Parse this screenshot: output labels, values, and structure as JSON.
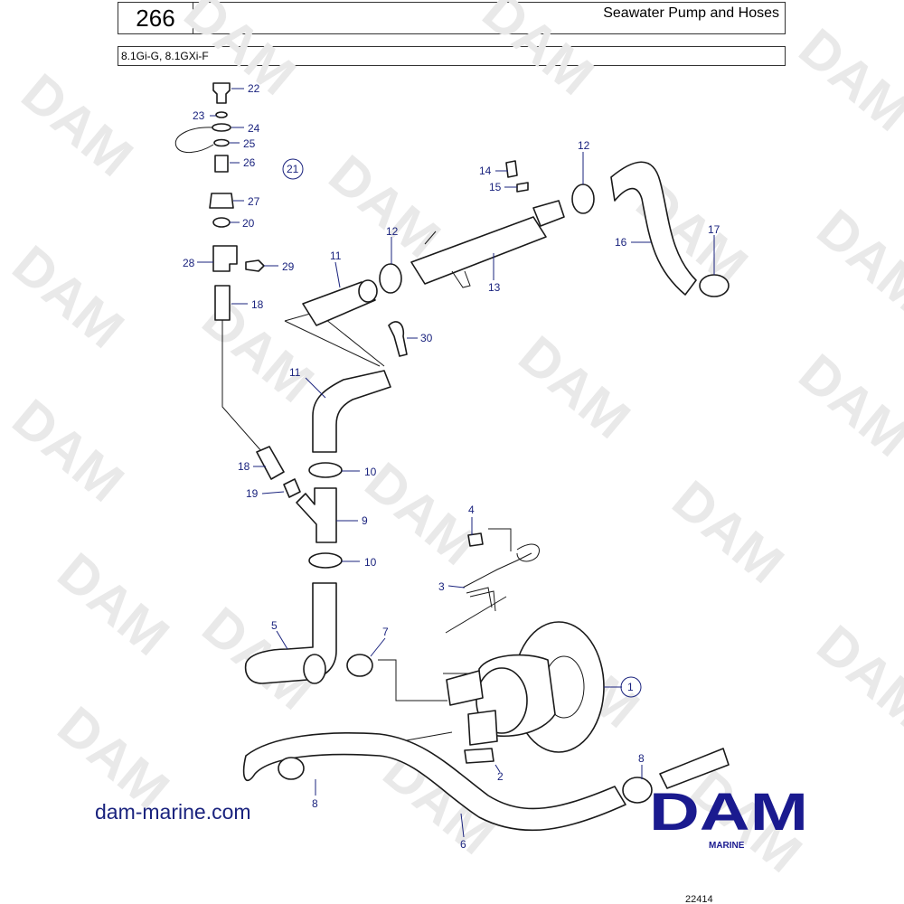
{
  "header": {
    "page_number": "266",
    "title": "Seawater Pump and Hoses",
    "models": "8.1Gi-G, 8.1GXi-F"
  },
  "watermark": "DAM",
  "callouts": {
    "c1": "1",
    "c2": "2",
    "c3": "3",
    "c4": "4",
    "c5": "5",
    "c6": "6",
    "c7": "7",
    "c8a": "8",
    "c8b": "8",
    "c9": "9",
    "c10a": "10",
    "c10b": "10",
    "c11a": "11",
    "c11b": "11",
    "c12a": "12",
    "c12b": "12",
    "c13": "13",
    "c14": "14",
    "c15": "15",
    "c16": "16",
    "c17": "17",
    "c18a": "18",
    "c18b": "18",
    "c19": "19",
    "c20": "20",
    "c21": "21",
    "c22": "22",
    "c23": "23",
    "c24": "24",
    "c25": "25",
    "c26": "26",
    "c27": "27",
    "c28": "28",
    "c29": "29",
    "c30": "30"
  },
  "footer": {
    "website": "dam-marine.com",
    "logo_text": "DAM",
    "logo_sub": "MARINE",
    "image_number": "22414"
  },
  "colors": {
    "callout": "#1a237e",
    "logo": "#1a1a8f",
    "watermark": "#e9e9e9"
  }
}
